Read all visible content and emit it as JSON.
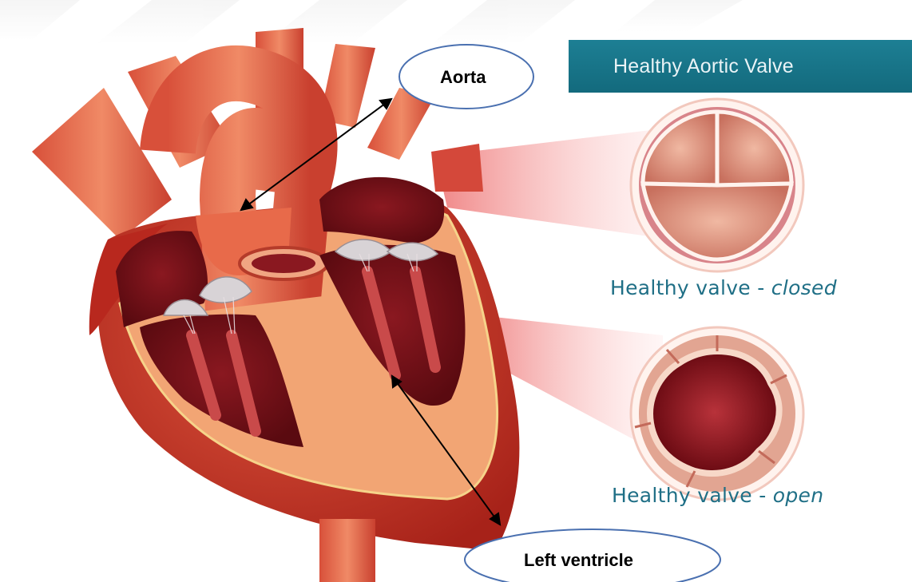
{
  "callouts": {
    "aorta": "Aorta",
    "left_ventricle": "Left ventricle"
  },
  "panel": {
    "title": "Healthy Aortic Valve",
    "closed": {
      "prefix": "Healthy valve - ",
      "state": "closed"
    },
    "open": {
      "prefix": "Healthy valve - ",
      "state": "open"
    }
  },
  "colors": {
    "banner": "#17758a",
    "caption": "#1f6f86",
    "heart": "#c8372b",
    "muscle": "#f0a070",
    "chamber": "#6e0f14"
  }
}
